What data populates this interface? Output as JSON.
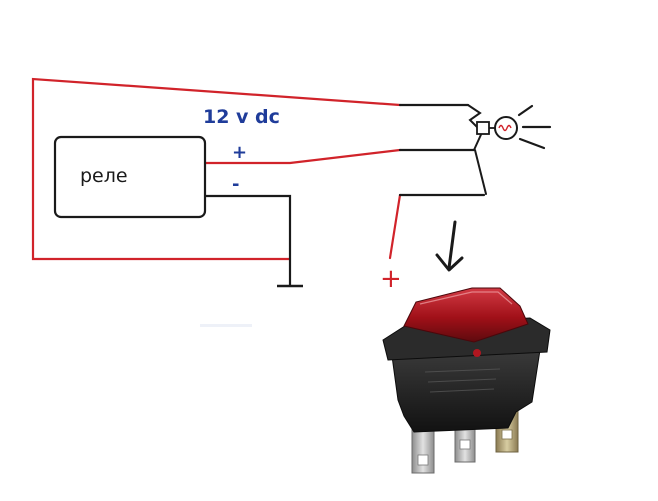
{
  "relay": {
    "label": "реле"
  },
  "supply": {
    "voltage_label": "12 v dc",
    "plus_label": "+",
    "minus_label": "-"
  },
  "switch_terminal": {
    "plus_label": "+"
  },
  "colors": {
    "red_wire": "#d1232a",
    "black_wire": "#1a1a1a",
    "blue_text": "#1f3c9a",
    "switch_body": "#262626",
    "rocker_red": "#a01018",
    "terminal_metal": "#b9b9b9"
  },
  "icons": {
    "relay": "relay-box",
    "lamp": "lamp-icon",
    "ground": "ground-symbol-icon",
    "arrow": "arrow-down-icon",
    "switch": "rocker-switch-icon"
  }
}
